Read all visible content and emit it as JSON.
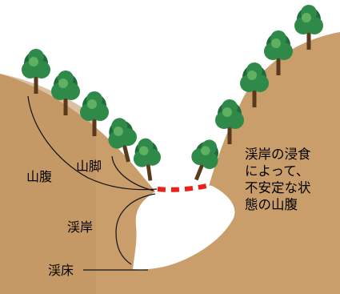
{
  "labels": {
    "sanroku": "山脚",
    "sanpuku": "山腹",
    "keigan": "渓岸",
    "keishō": "渓床"
  },
  "note_lines": [
    "渓岸の浸食",
    "によって、",
    "不安定な状",
    "態の山腹"
  ],
  "colors": {
    "ground": "#c99e6b",
    "ground_shadow": "#b98b57",
    "gully": "#ffffff",
    "dashed_line": "#e8211c",
    "tree_dark": "#1f6b3a",
    "tree_mid": "#2f8a4a",
    "tree_light": "#5fb061",
    "trunk": "#5a3a1c"
  },
  "icons": [
    "tree-icon"
  ]
}
